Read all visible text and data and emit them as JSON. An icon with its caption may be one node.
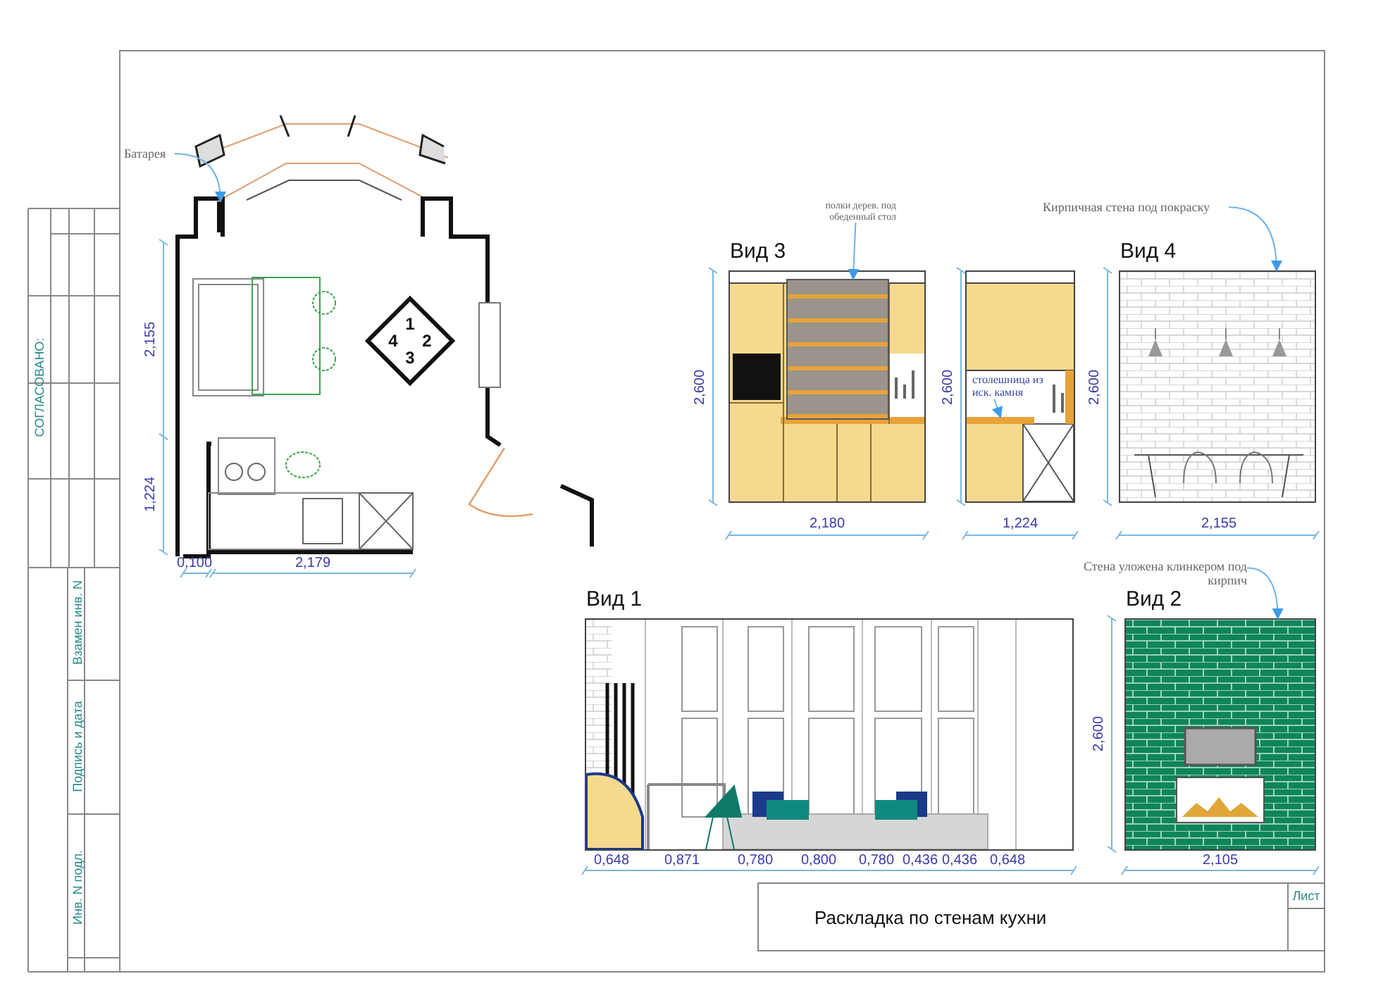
{
  "diagram": {
    "title": "Раскладка по стенам кухни",
    "nodes": [
      {
        "text": [
          "Батарея"
        ]
      },
      {
        "text": [],
        "shape": "bar"
      },
      {
        "text": [
          "полки дерев. под обеденный стол"
        ]
      },
      {
        "text": [
          "Вид 3"
        ]
      },
      {
        "text": [],
        "shape": "box",
        "in": 3
      },
      {
        "text": [],
        "shape": "box"
      },
      {
        "text": [
          "столешница из иск. камня"
        ],
        "in": 5
      },
      {
        "text": [],
        "shape": "bar",
        "in": 5
      },
      {
        "text": [
          "Кирпичная стена под покраску"
        ]
      },
      {
        "text": [
          "Вид 4"
        ]
      },
      {
        "text": [
          "Стена уложена клинкером под кирпич"
        ]
      },
      {
        "text": [
          "Вид 1"
        ]
      },
      {
        "text": [
          "Вид 2"
        ]
      }
    ],
    "edges": [
      {
        "from": 0,
        "to": 1,
        "arrow": "to"
      },
      {
        "from": 2,
        "to": 4,
        "arrow": "to"
      },
      {
        "from": 6,
        "to": 7,
        "arrow": "to"
      },
      {
        "from": 8,
        "to": 9,
        "arrow": "to"
      },
      {
        "from": 10,
        "to": 12,
        "arrow": "to"
      }
    ],
    "labels": [
      "2,155",
      "1,224",
      "0,100",
      "2,179",
      "1",
      "2",
      "3",
      "4",
      "2,600",
      "2,180",
      "2,600",
      "1,224",
      "2,600",
      "2,155",
      "0,648",
      "0,871",
      "0,780",
      "0,800",
      "0,780",
      "0,436",
      "0,436",
      "0,648",
      "2,600",
      "2,105",
      "СОГЛАСОВАНО:",
      "Взамен инв. N",
      "Подпись и дата",
      "Инв. N подл.",
      "Лист"
    ]
  }
}
